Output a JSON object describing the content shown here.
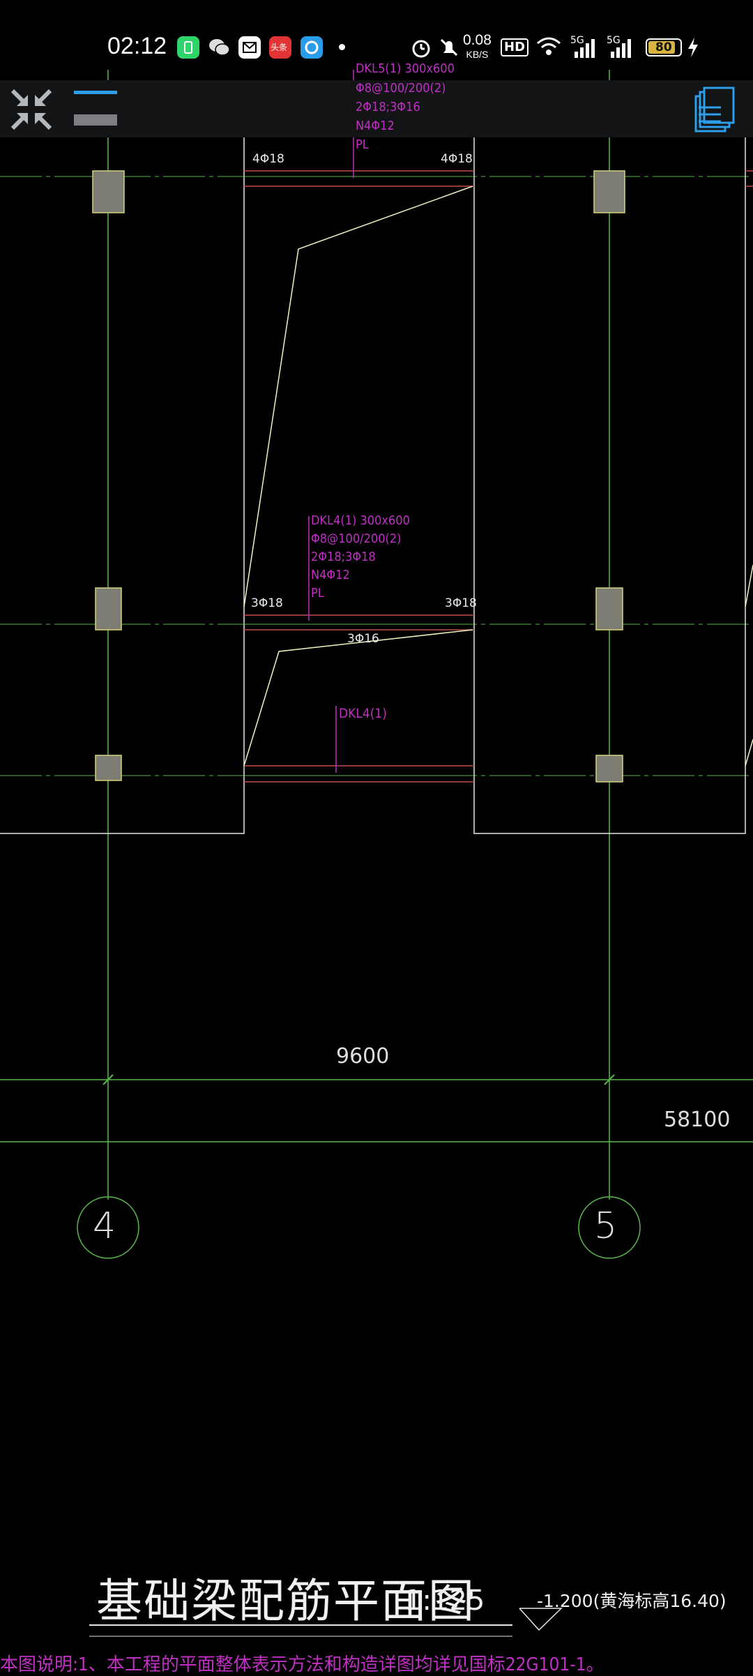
{
  "status_bar": {
    "time": "02:12",
    "net_speed_value": "0.08",
    "net_speed_unit": "KB/S",
    "hd_label": "HD",
    "signal_1": "5G",
    "signal_2": "5G",
    "battery": "80",
    "notification_icons": [
      "phone-manager-icon",
      "wechat-icon",
      "mail-icon",
      "toutiao-icon",
      "browser-icon",
      "dot-icon"
    ],
    "toutiao_label": "头条"
  },
  "toolbar": {
    "collapse_icon": "collapse-arrows-icon",
    "menu_icon": "hamburger-icon",
    "layers_icon": "layers-icon"
  },
  "drawing": {
    "top_beam": {
      "label_cut": "DKL5(1) 300x600",
      "stirrup": "Φ8@100/200(2)",
      "rebar": "2Φ18;3Φ16",
      "side": "N4Φ12",
      "pl": "PL",
      "left_top": "4Φ18",
      "right_top": "4Φ18"
    },
    "mid_beam": {
      "label": "DKL4(1) 300x600",
      "stirrup": "Φ8@100/200(2)",
      "rebar": "2Φ18;3Φ18",
      "side": "N4Φ12",
      "pl": "PL",
      "left_top": "3Φ18",
      "right_top": "3Φ18",
      "bottom": "3Φ16"
    },
    "bottom_beam": {
      "label": "DKL4(1)"
    },
    "dimension_span": "9600",
    "dimension_total": "58100",
    "axis_left": "4",
    "axis_right": "5",
    "title": "基础梁配筋平面图",
    "scale": "1:125",
    "elevation": "-1.200(黄海标高16.40)",
    "note": "本图说明:1、本工程的平面整体表示方法和构造详图均详见国标22G101-1。"
  },
  "colors": {
    "background": "#000000",
    "grid_line": "#58b84a",
    "beam_red": "#c44b4b",
    "text_magenta": "#c12fc5",
    "column_fill": "#7d7d73",
    "column_stroke": "#d6d47a",
    "moment_line": "#f2f2c0",
    "outline_white": "#e6e6e6"
  }
}
